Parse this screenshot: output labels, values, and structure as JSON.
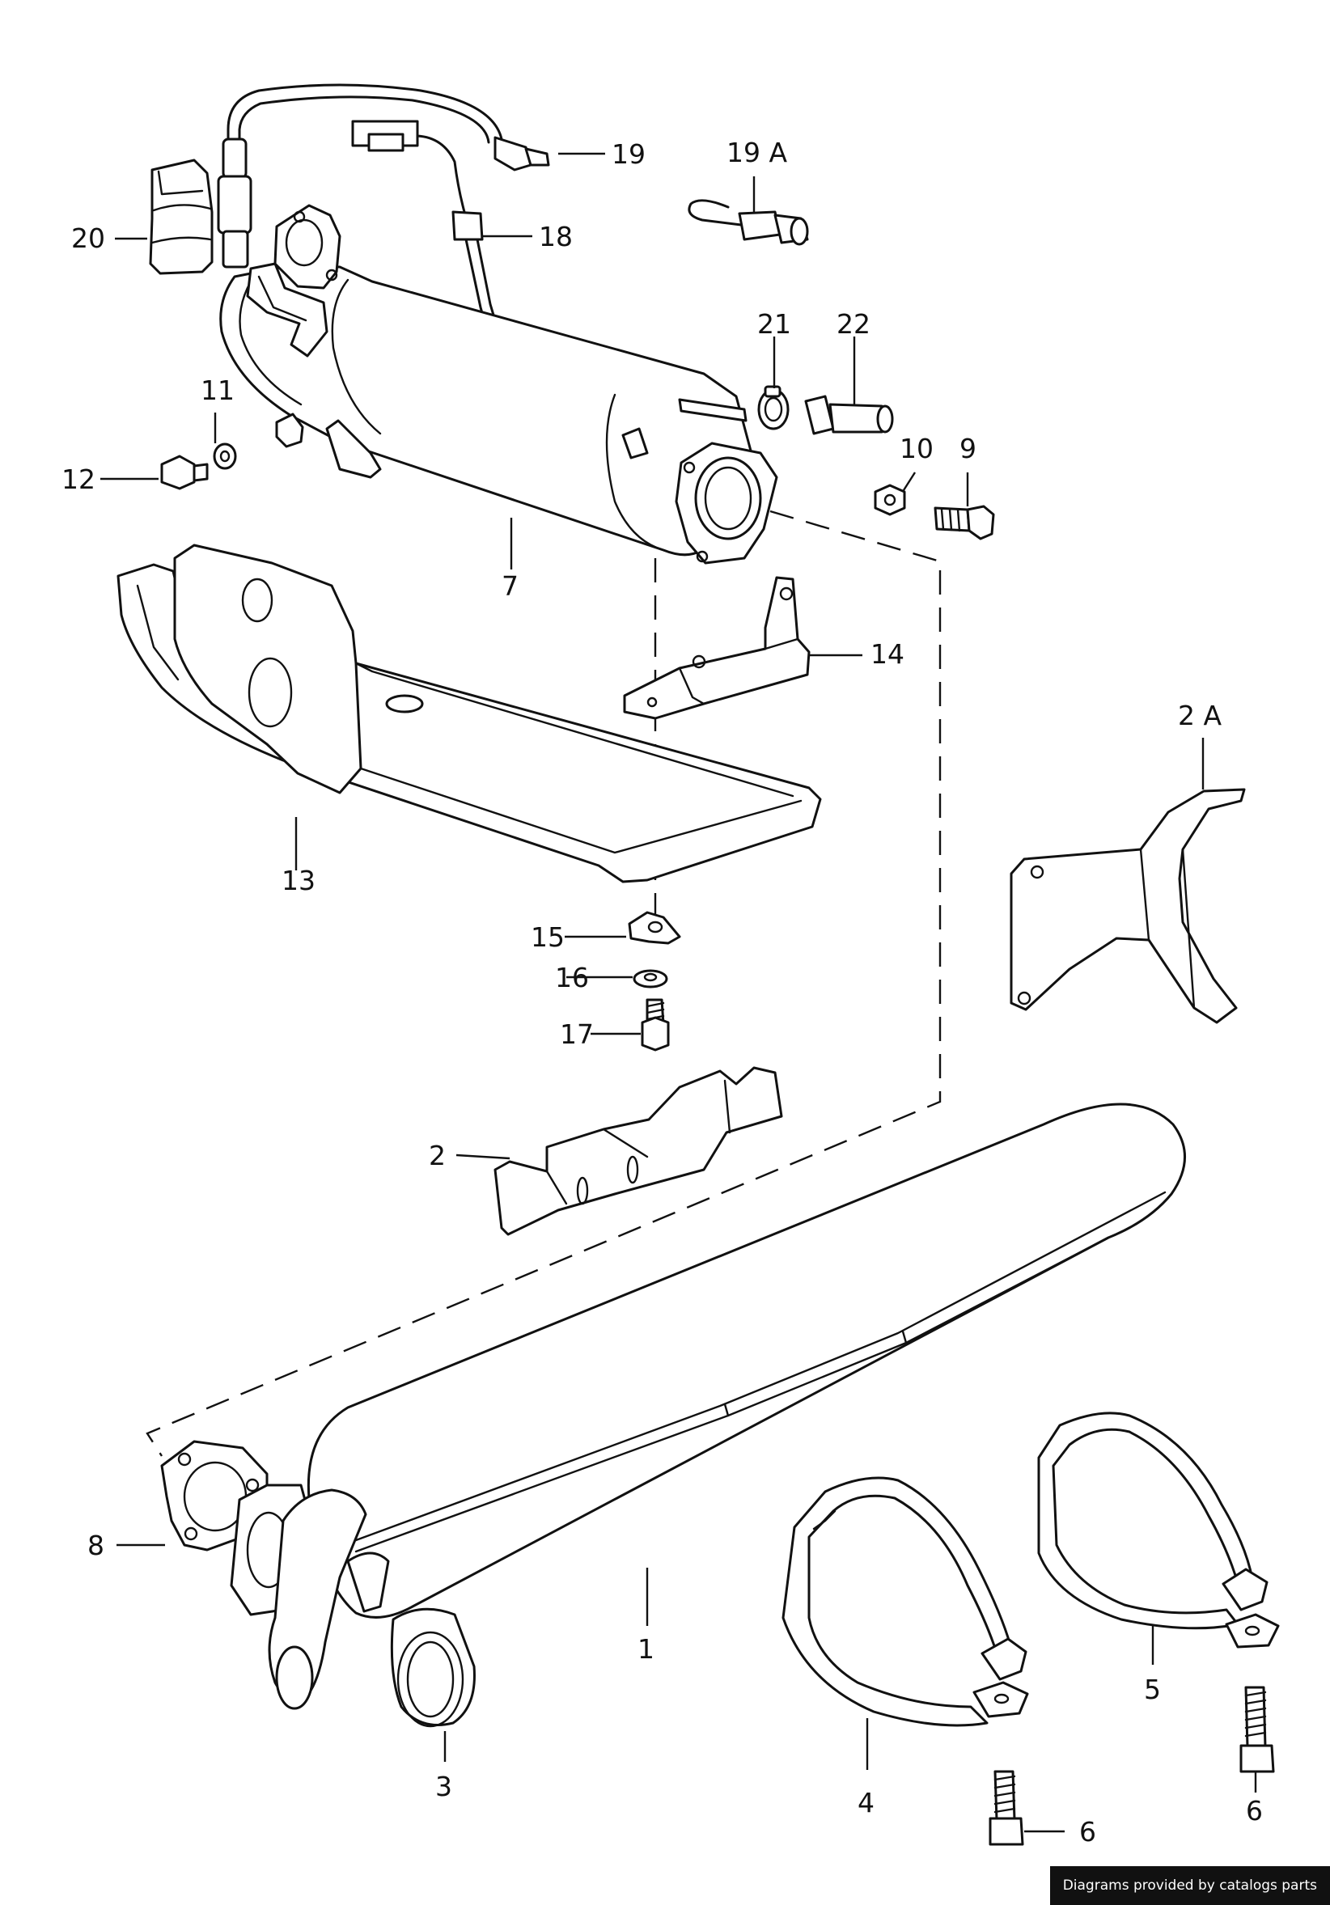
{
  "labels": {
    "l1": "1",
    "l2": "2",
    "l2a": "2 A",
    "l3": "3",
    "l4": "4",
    "l5": "5",
    "l6a": "6",
    "l6b": "6",
    "l7": "7",
    "l8": "8",
    "l9": "9",
    "l10": "10",
    "l11": "11",
    "l12": "12",
    "l13": "13",
    "l14": "14",
    "l15": "15",
    "l16": "16",
    "l17": "17",
    "l18": "18",
    "l19": "19",
    "l19a": "19 A",
    "l20": "20",
    "l21": "21",
    "l22": "22"
  },
  "credit": "Diagrams provided by catalogs parts"
}
